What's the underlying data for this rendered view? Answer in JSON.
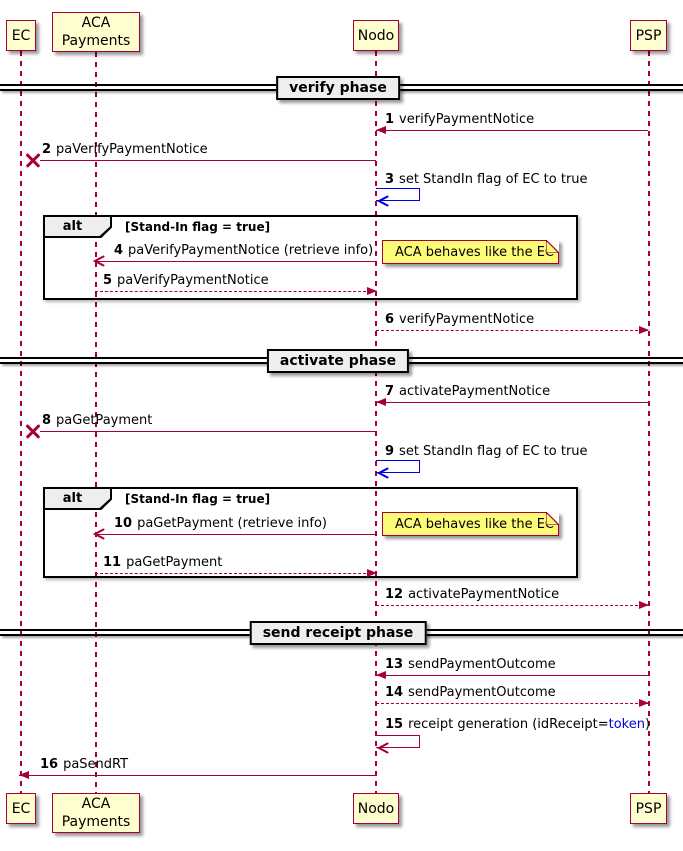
{
  "diagram_type": "uml-sequence",
  "participants": [
    {
      "id": "ec",
      "label": "EC"
    },
    {
      "id": "aca",
      "label": "ACA Payments"
    },
    {
      "id": "nodo",
      "label": "Nodo"
    },
    {
      "id": "psp",
      "label": "PSP"
    }
  ],
  "dividers": [
    {
      "label": "verify phase"
    },
    {
      "label": "activate phase"
    },
    {
      "label": "send receipt phase"
    }
  ],
  "frames": [
    {
      "operator": "alt",
      "condition": "[Stand-In flag = true]"
    },
    {
      "operator": "alt",
      "condition": "[Stand-In flag = true]"
    }
  ],
  "notes": [
    {
      "text": "ACA behaves like the EC"
    },
    {
      "text": "ACA behaves like the EC"
    }
  ],
  "messages": [
    {
      "num": "1",
      "text": "verifyPaymentNotice",
      "from": "PSP",
      "to": "Nodo",
      "style": "solid"
    },
    {
      "num": "2",
      "text": "paVerifyPaymentNotice",
      "from": "Nodo",
      "to": "EC",
      "style": "solid-lost"
    },
    {
      "num": "3",
      "text": "set StandIn flag of EC to true",
      "from": "Nodo",
      "to": "Nodo",
      "style": "self-blue"
    },
    {
      "num": "4",
      "text": "paVerifyPaymentNotice (retrieve info)",
      "from": "Nodo",
      "to": "ACA Payments",
      "style": "solid"
    },
    {
      "num": "5",
      "text": "paVerifyPaymentNotice",
      "from": "ACA Payments",
      "to": "Nodo",
      "style": "dashed"
    },
    {
      "num": "6",
      "text": "verifyPaymentNotice",
      "from": "Nodo",
      "to": "PSP",
      "style": "dashed"
    },
    {
      "num": "7",
      "text": "activatePaymentNotice",
      "from": "PSP",
      "to": "Nodo",
      "style": "solid"
    },
    {
      "num": "8",
      "text": "paGetPayment",
      "from": "Nodo",
      "to": "EC",
      "style": "solid-lost"
    },
    {
      "num": "9",
      "text": "set StandIn flag of EC to true",
      "from": "Nodo",
      "to": "Nodo",
      "style": "self-blue"
    },
    {
      "num": "10",
      "text": "paGetPayment (retrieve info)",
      "from": "Nodo",
      "to": "ACA Payments",
      "style": "solid"
    },
    {
      "num": "11",
      "text": "paGetPayment",
      "from": "ACA Payments",
      "to": "Nodo",
      "style": "dashed"
    },
    {
      "num": "12",
      "text": "activatePaymentNotice",
      "from": "Nodo",
      "to": "PSP",
      "style": "dashed"
    },
    {
      "num": "13",
      "text": "sendPaymentOutcome",
      "from": "PSP",
      "to": "Nodo",
      "style": "solid"
    },
    {
      "num": "14",
      "text": "sendPaymentOutcome",
      "from": "Nodo",
      "to": "PSP",
      "style": "dashed"
    },
    {
      "num": "15",
      "text_pre": "receipt generation (idReceipt=",
      "token": "token",
      "text_post": ")",
      "from": "Nodo",
      "to": "Nodo",
      "style": "self"
    },
    {
      "num": "16",
      "text": "paSendRT",
      "from": "Nodo",
      "to": "EC",
      "style": "solid"
    }
  ],
  "colors": {
    "arrow": "#A80036",
    "lifeline": "#A80036",
    "participant_fill": "#FEFECE",
    "participant_border": "#A80036",
    "note_fill": "#FBFB77",
    "note_border": "#A80036",
    "frame_border": "#000000",
    "header_fill": "#EEEEEE",
    "divider_fill": "#EEEEEE",
    "self_blue": "#0000E0",
    "token_color": "#0000E0",
    "text_color": "#000000"
  }
}
